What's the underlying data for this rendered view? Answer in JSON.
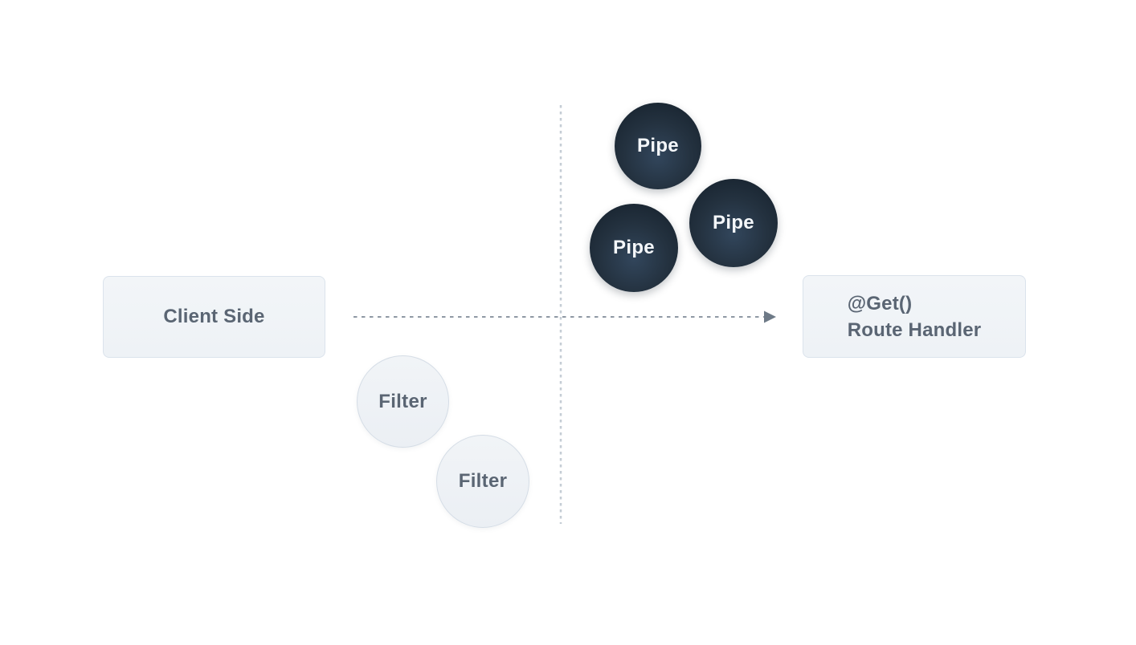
{
  "diagram": {
    "title": "request-pipeline-diagram",
    "client_box": {
      "label": "Client Side"
    },
    "route_box": {
      "lines": [
        "@Get()",
        "Route Handler"
      ]
    },
    "pipes": [
      {
        "label": "Pipe"
      },
      {
        "label": "Pipe"
      },
      {
        "label": "Pipe"
      }
    ],
    "filters": [
      {
        "label": "Filter"
      },
      {
        "label": "Filter"
      }
    ],
    "colors": {
      "background": "#ffffff",
      "node_fill": "#f0f3f7",
      "node_border": "#dbe3ec",
      "node_text": "#5a6573",
      "pipe_fill_dark": "#141f2a",
      "pipe_fill_light": "#32465c",
      "pipe_text": "#f4f7fa",
      "filter_fill": "#eef1f5",
      "filter_border": "#d5dde6",
      "arrow_dash": "#8f99a4",
      "arrow_head": "#6e7a87",
      "divider_dash": "#c5cdd5"
    }
  }
}
